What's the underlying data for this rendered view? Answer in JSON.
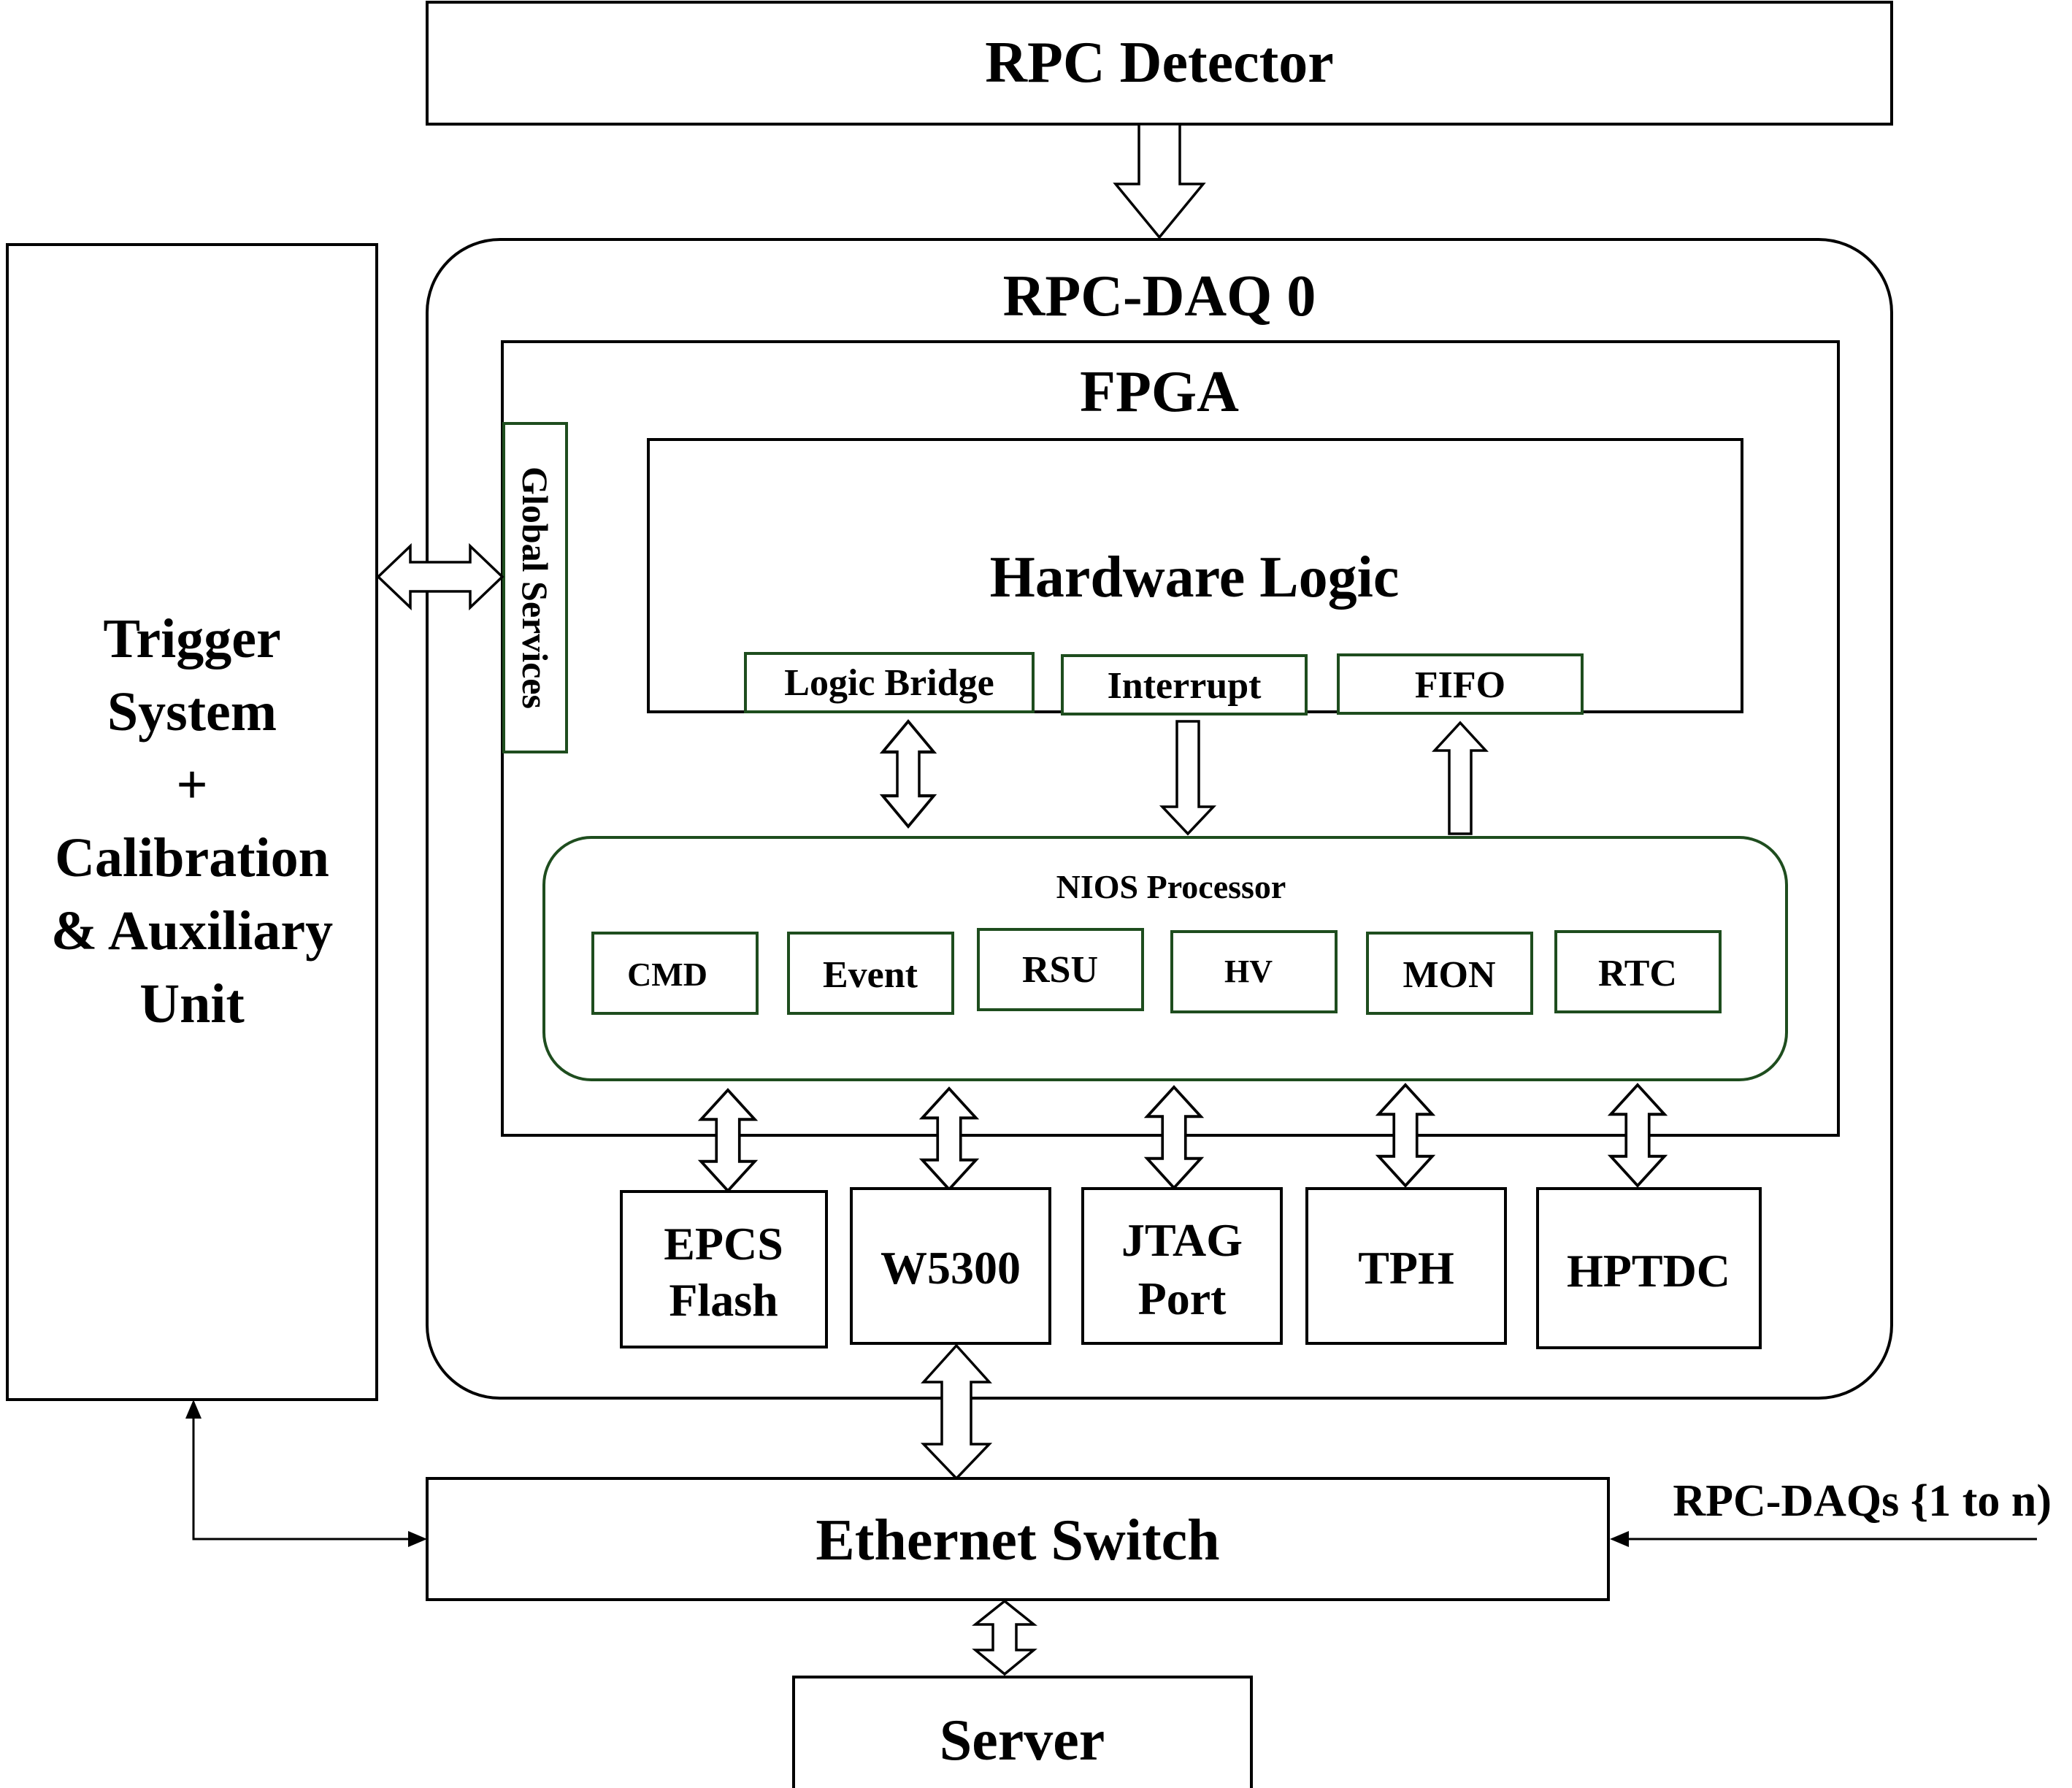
{
  "diagram": {
    "rpc_detector": "RPC Detector",
    "rpc_daq": "RPC-DAQ 0",
    "fpga": "FPGA",
    "global_services": "Global Services",
    "hardware_logic": "Hardware Logic",
    "logic_bridge": "Logic Bridge",
    "interrupt": "Interrupt",
    "fifo": "FIFO",
    "nios_processor": "NIOS Processor",
    "nios_modules": [
      "CMD",
      "Event",
      "RSU",
      "HV",
      "MON",
      "RTC"
    ],
    "peripherals": {
      "epcs": [
        "EPCS",
        "Flash"
      ],
      "w5300": "W5300",
      "jtag": [
        "JTAG",
        "Port"
      ],
      "tph": "TPH",
      "hptdc": "HPTDC"
    },
    "trigger_unit": [
      "Trigger",
      "System",
      "+",
      "Calibration",
      "& Auxiliary",
      "Unit"
    ],
    "ethernet_switch": "Ethernet Switch",
    "server": "Server",
    "rpc_daqs_input": "RPC-DAQs {1 to n)"
  }
}
